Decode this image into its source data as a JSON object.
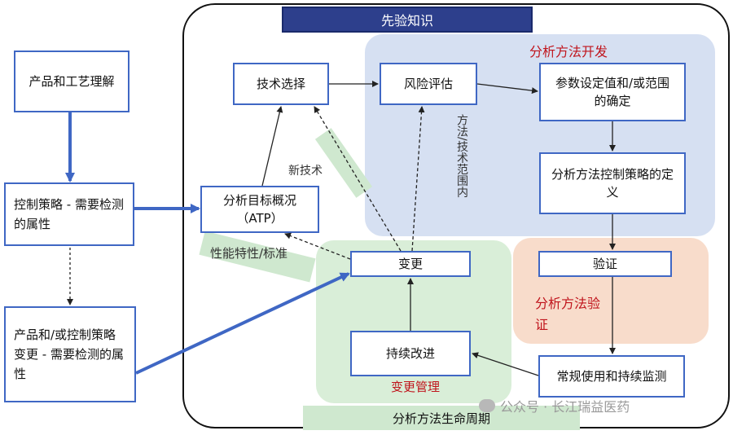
{
  "header": {
    "title": "先验知识"
  },
  "left": {
    "product_understanding": "产品和工艺理解",
    "control_strategy": "控制策略 - 需要检测的属性",
    "change": "产品和/或控制策略变更 - 需要检测的属性"
  },
  "nodes": {
    "tech_select": "技术选择",
    "atp": "分析目标概况（ATP）",
    "risk": "风险评估",
    "params": "参数设定值和/或范围的确定",
    "control": "分析方法控制策略的定义",
    "verify": "验证",
    "routine": "常规使用和持续监测",
    "change": "变更",
    "improve": "持续改进"
  },
  "regions": {
    "dev": "分析方法开发",
    "validation": "分析方法验证",
    "change_mgmt": "变更管理",
    "lifecycle": "分析方法生命周期"
  },
  "labels": {
    "new_tech": "新技术",
    "performance": "性能特性/标准",
    "method_range": "方法/技术范围内"
  },
  "watermark": "公众号 · 长江瑞益医药"
}
